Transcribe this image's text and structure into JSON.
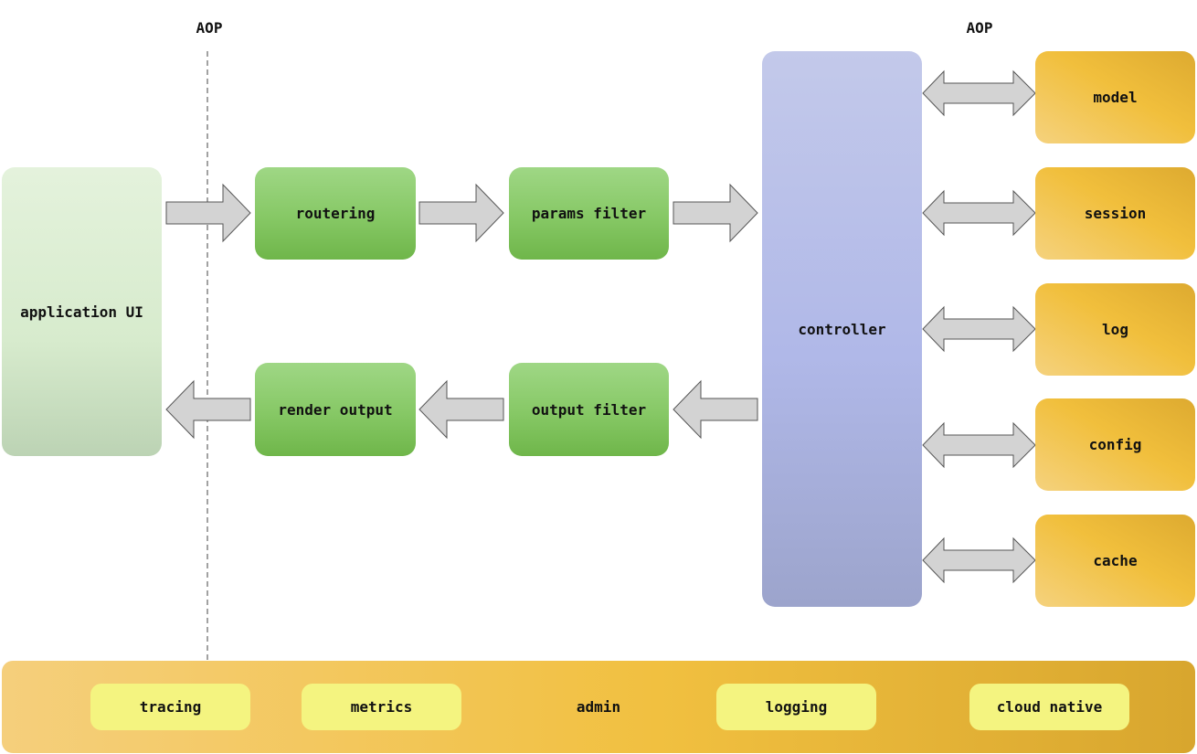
{
  "aop_labels": [
    "AOP",
    "AOP"
  ],
  "app": {
    "label": "application UI"
  },
  "pipeline": {
    "request": [
      "routering",
      "params filter"
    ],
    "response": [
      "render output",
      "output filter"
    ]
  },
  "controller": {
    "label": "controller"
  },
  "services": [
    "model",
    "session",
    "log",
    "config",
    "cache"
  ],
  "bottom_bar": {
    "label": "admin",
    "items": [
      "tracing",
      "metrics",
      "logging",
      "cloud native"
    ]
  },
  "colors": {
    "green": "#86c865",
    "pale_green": "#d7ebcd",
    "controller_blue": "#b0b8e8",
    "gold": "#f1bf3c",
    "yellow_chip": "#f4f480",
    "arrow_fill": "#d3d3d3"
  }
}
